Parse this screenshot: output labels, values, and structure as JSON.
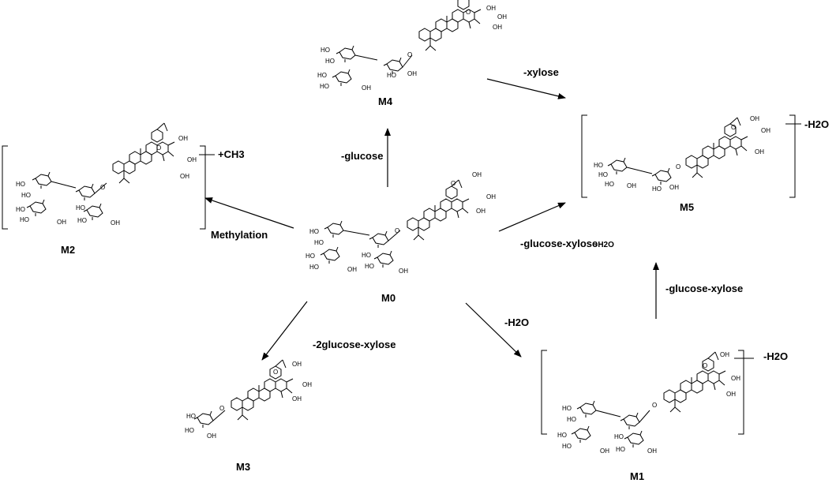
{
  "compounds": {
    "m0": "M0",
    "m1": "M1",
    "m2": "M2",
    "m3": "M3",
    "m4": "M4",
    "m5": "M5"
  },
  "reactions": {
    "to_m4": "-glucose",
    "m4_to_m5": "-xylose",
    "to_m2": "Methylation",
    "m2_mod": "+CH3",
    "to_m5_main": "-glucose-xylose",
    "to_m5_sub": "-H2O",
    "to_m3": "-2glucose-xylose",
    "to_m1": "-H2O",
    "m1_to_m5": "-glucose-xylose",
    "m1_mod": "-H2O",
    "m5_mod": "-H2O"
  },
  "atoms": {
    "oh": "OH",
    "ho": "HO",
    "o": "O"
  }
}
